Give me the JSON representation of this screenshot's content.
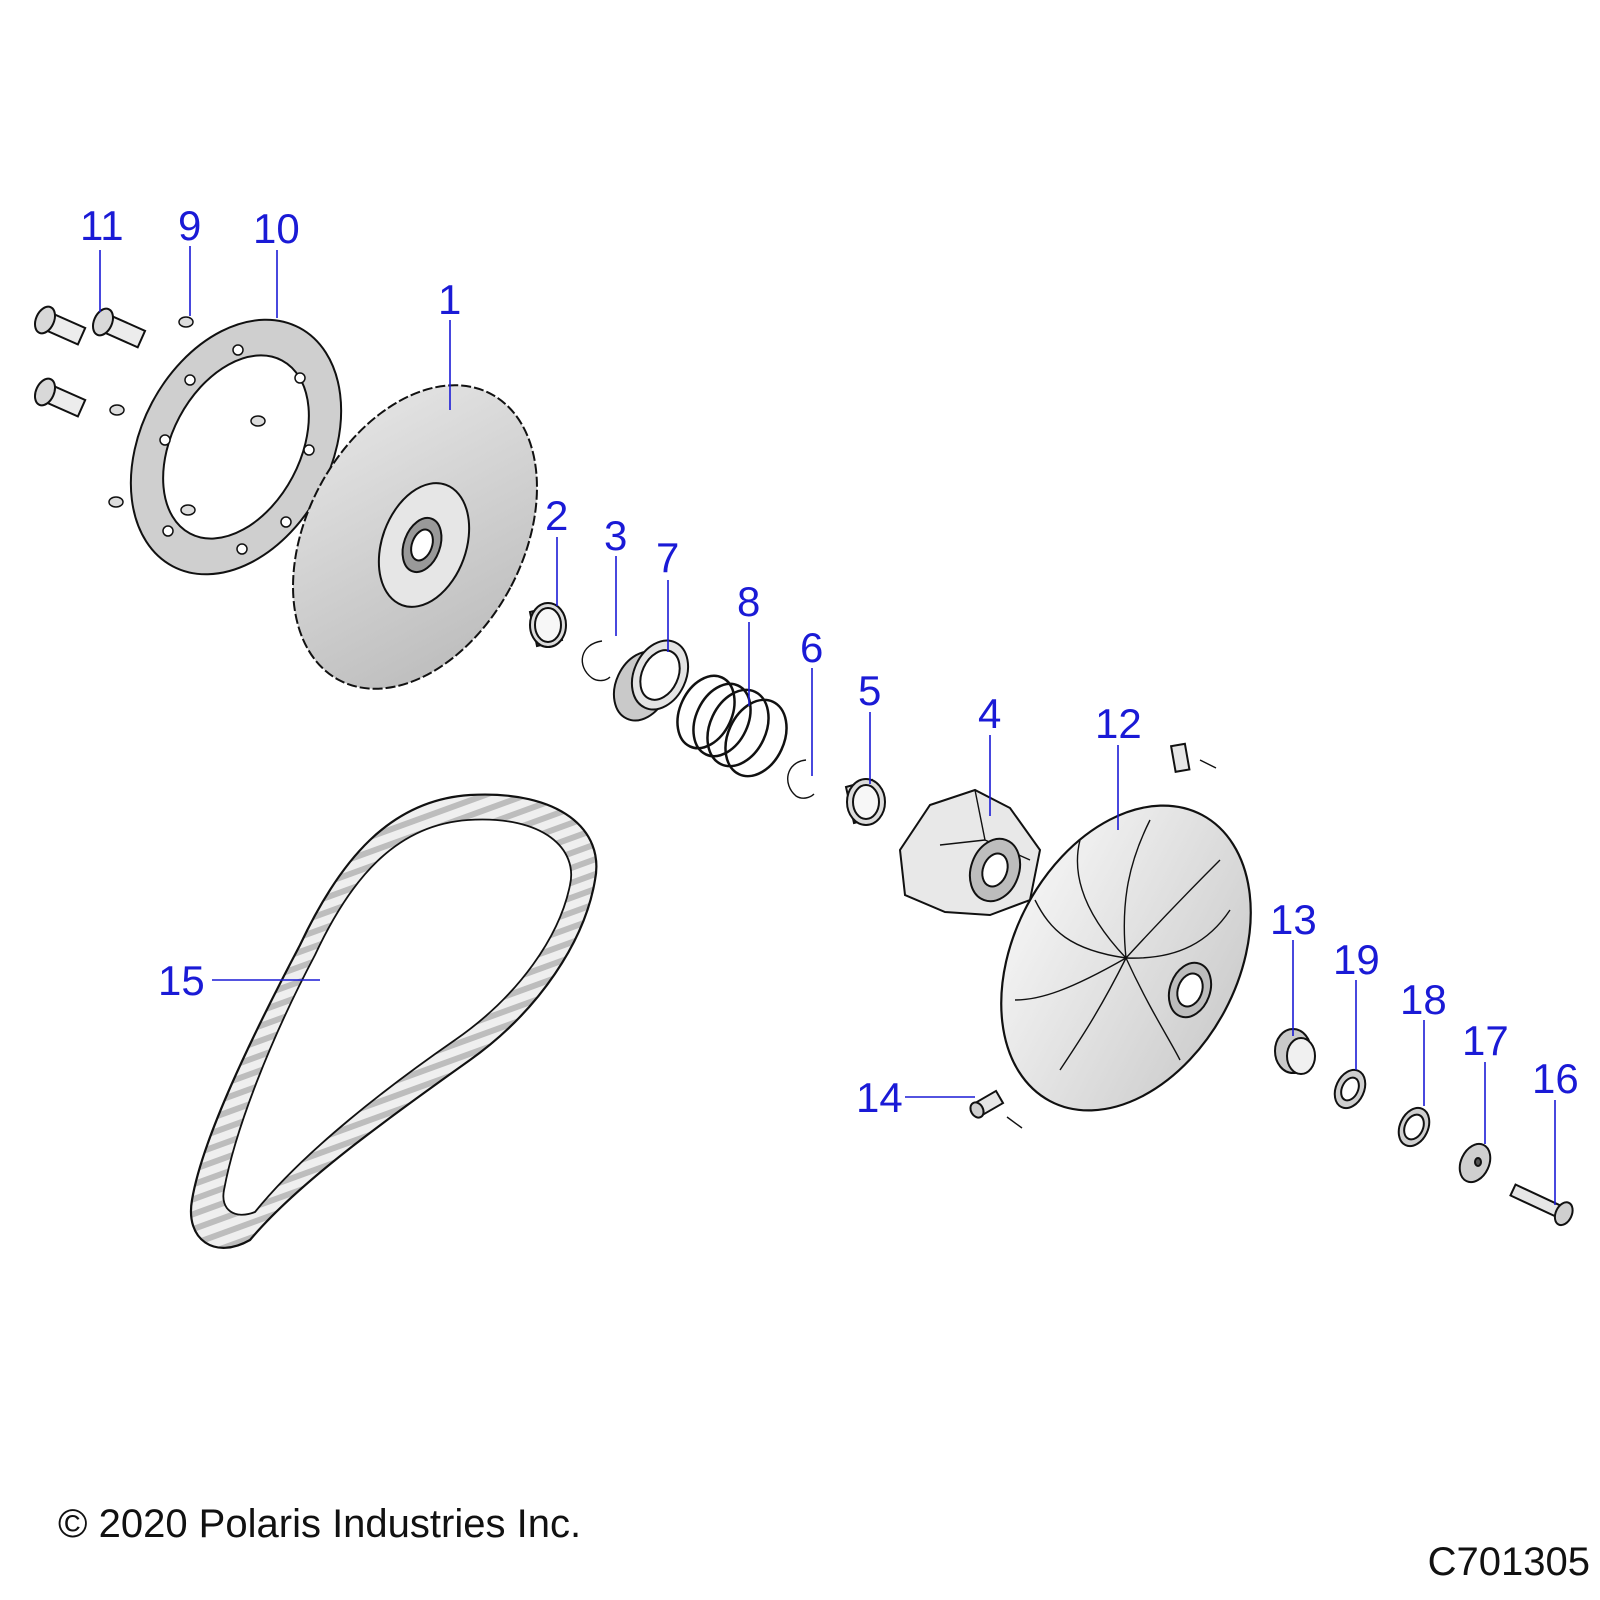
{
  "callouts": [
    {
      "id": "1",
      "label": "1"
    },
    {
      "id": "2",
      "label": "2"
    },
    {
      "id": "3",
      "label": "3"
    },
    {
      "id": "4",
      "label": "4"
    },
    {
      "id": "5",
      "label": "5"
    },
    {
      "id": "6",
      "label": "6"
    },
    {
      "id": "7",
      "label": "7"
    },
    {
      "id": "8",
      "label": "8"
    },
    {
      "id": "9",
      "label": "9"
    },
    {
      "id": "10",
      "label": "10"
    },
    {
      "id": "11",
      "label": "11"
    },
    {
      "id": "12",
      "label": "12"
    },
    {
      "id": "13",
      "label": "13"
    },
    {
      "id": "14",
      "label": "14"
    },
    {
      "id": "15",
      "label": "15"
    },
    {
      "id": "16",
      "label": "16"
    },
    {
      "id": "17",
      "label": "17"
    },
    {
      "id": "18",
      "label": "18"
    },
    {
      "id": "19",
      "label": "19"
    }
  ],
  "footer": {
    "copyright": "© 2020 Polaris Industries Inc.",
    "drawing_id": "C701305"
  },
  "colors": {
    "callout": "#1a1ad6",
    "part_fill": "#d4d4d4",
    "outline": "#111111"
  }
}
